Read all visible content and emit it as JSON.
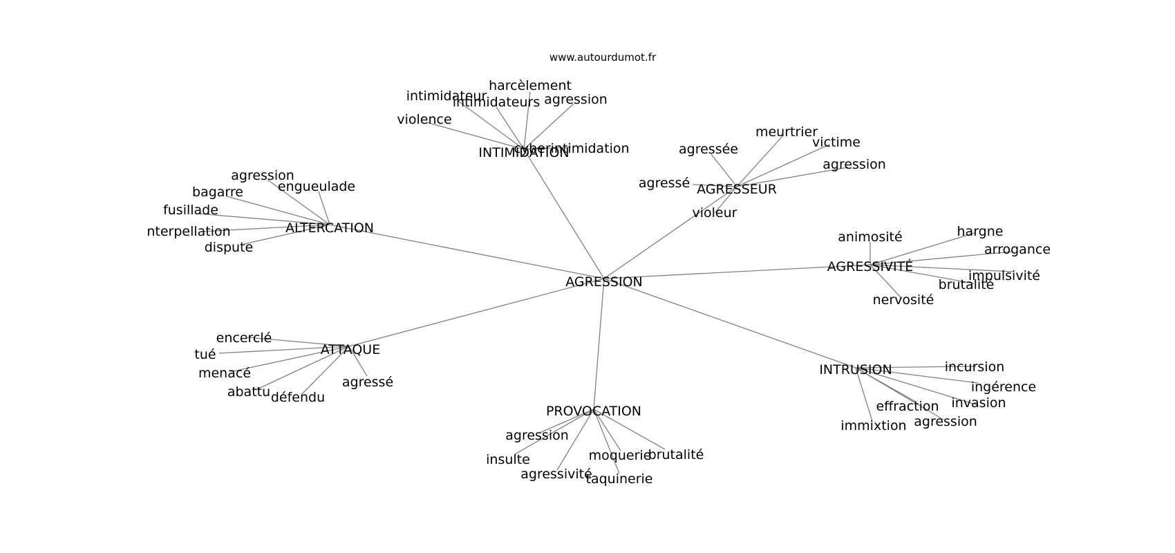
{
  "source": "www.autourdumot.fr",
  "center": "AGRESSION",
  "clusters": [
    {
      "label": "INTIMIDATION",
      "terms": [
        "harcèlement",
        "intimidateur",
        "intimidateurs",
        "agression",
        "violence",
        "cyberintimidation"
      ]
    },
    {
      "label": "AGRESSEUR",
      "terms": [
        "meurtrier",
        "agressée",
        "victime",
        "agression",
        "agressé",
        "violeur"
      ]
    },
    {
      "label": "ALTERCATION",
      "terms": [
        "agression",
        "engueulade",
        "bagarre",
        "fusillade",
        "nterpellation",
        "dispute"
      ]
    },
    {
      "label": "AGRESSIVITÉ",
      "terms": [
        "animosité",
        "hargne",
        "arrogance",
        "impulsivité",
        "brutalité",
        "nervosité"
      ]
    },
    {
      "label": "ATTAQUE",
      "terms": [
        "encerclé",
        "tué",
        "menacé",
        "abattu",
        "défendu",
        "agressé"
      ]
    },
    {
      "label": "INTRUSION",
      "terms": [
        "incursion",
        "ingérence",
        "effraction",
        "invasion",
        "immixtion",
        "agression"
      ]
    },
    {
      "label": "PROVOCATION",
      "terms": [
        "agression",
        "insulte",
        "agressivité",
        "moquerie",
        "brutalité",
        "taquinerie"
      ]
    }
  ]
}
